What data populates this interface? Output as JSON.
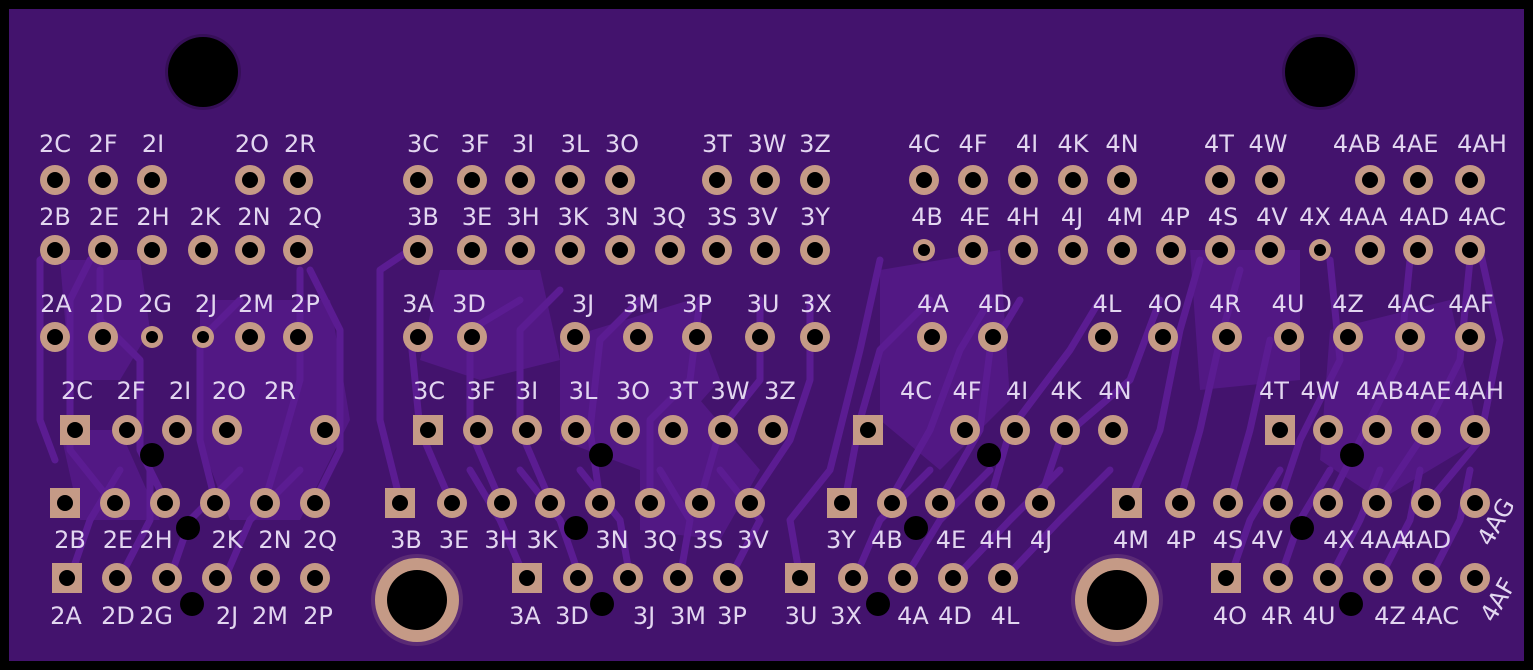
{
  "board": {
    "colors": {
      "substrate": "#43136d",
      "copper": "#521884",
      "trace": "#5b1c92",
      "ring": "#c59a86",
      "drill": "#000000",
      "silk": "#e2d6f0",
      "edge": "#000000"
    },
    "mounting_holes": [
      "top-left",
      "top-right"
    ],
    "plated_holes": [
      "bottom-left",
      "bottom-center"
    ],
    "label_rows": [
      [
        "2C",
        "2F",
        "2I",
        "2O",
        "2R",
        "3C",
        "3F",
        "3I",
        "3L",
        "3O",
        "3T",
        "3W",
        "3Z",
        "4C",
        "4F",
        "4I",
        "4K",
        "4N",
        "4T",
        "4W",
        "4AB",
        "4AE",
        "4AH"
      ],
      [
        "2B",
        "2E",
        "2H",
        "2K",
        "2N",
        "2Q",
        "3B",
        "3E",
        "3H",
        "3K",
        "3N",
        "3Q",
        "3S",
        "3V",
        "3Y",
        "4B",
        "4E",
        "4H",
        "4J",
        "4M",
        "4P",
        "4S",
        "4V",
        "4X",
        "4AA",
        "4AD",
        "4AC"
      ],
      [
        "2A",
        "2D",
        "2G",
        "2J",
        "2M",
        "2P",
        "3A",
        "3D",
        "3J",
        "3M",
        "3P",
        "3U",
        "3X",
        "4A",
        "4D",
        "4L",
        "4O",
        "4R",
        "4U",
        "4Z",
        "4AC",
        "4AF"
      ],
      [
        "2C",
        "2F",
        "2I",
        "2O",
        "2R",
        "3C",
        "3F",
        "3I",
        "3L",
        "3O",
        "3T",
        "3W",
        "3Z",
        "4C",
        "4F",
        "4I",
        "4K",
        "4N",
        "4T",
        "4W",
        "4AB",
        "4AE",
        "4AH"
      ],
      [
        "2B",
        "2E",
        "2H",
        "2K",
        "2N",
        "2Q",
        "3B",
        "3E",
        "3H",
        "3K",
        "3N",
        "3Q",
        "3S",
        "3V",
        "3Y",
        "4B",
        "4E",
        "4H",
        "4J",
        "4M",
        "4P",
        "4S",
        "4V",
        "4X",
        "4AA",
        "4AD",
        "4AG"
      ],
      [
        "2A",
        "2D",
        "2G",
        "2J",
        "2M",
        "2P",
        "3A",
        "3D",
        "3J",
        "3M",
        "3P",
        "3U",
        "3X",
        "4A",
        "4D",
        "4L",
        "4O",
        "4R",
        "4U",
        "4Z",
        "4AC",
        "4AF"
      ]
    ]
  }
}
